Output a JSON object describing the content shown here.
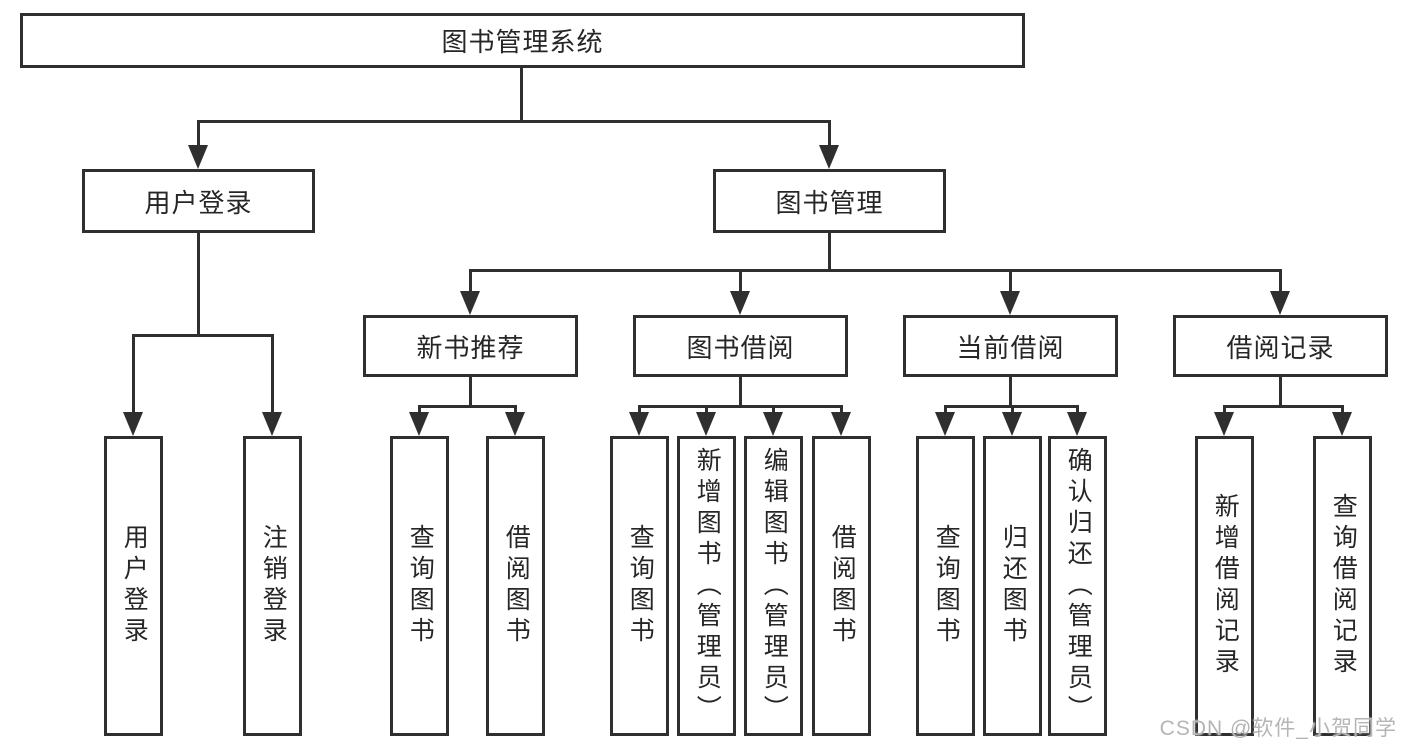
{
  "root": {
    "label": "图书管理系统"
  },
  "branches": [
    {
      "label": "用户登录",
      "leaves": [
        "用户登录",
        "注销登录"
      ]
    },
    {
      "label": "图书管理",
      "groups": [
        {
          "label": "新书推荐",
          "leaves": [
            "查询图书",
            "借阅图书"
          ]
        },
        {
          "label": "图书借阅",
          "leaves": [
            "查询图书",
            "新增图书（管理员）",
            "编辑图书（管理员）",
            "借阅图书"
          ]
        },
        {
          "label": "当前借阅",
          "leaves": [
            "查询图书",
            "归还图书",
            "确认归还（管理员）"
          ]
        },
        {
          "label": "借阅记录",
          "leaves": [
            "新增借阅记录",
            "查询借阅记录"
          ]
        }
      ]
    }
  ],
  "watermark": "CSDN @软件_小贺同学",
  "colors": {
    "line": "#2f2f2f",
    "text": "#262626",
    "watermark": "#b5b5b5",
    "background": "#ffffff"
  }
}
